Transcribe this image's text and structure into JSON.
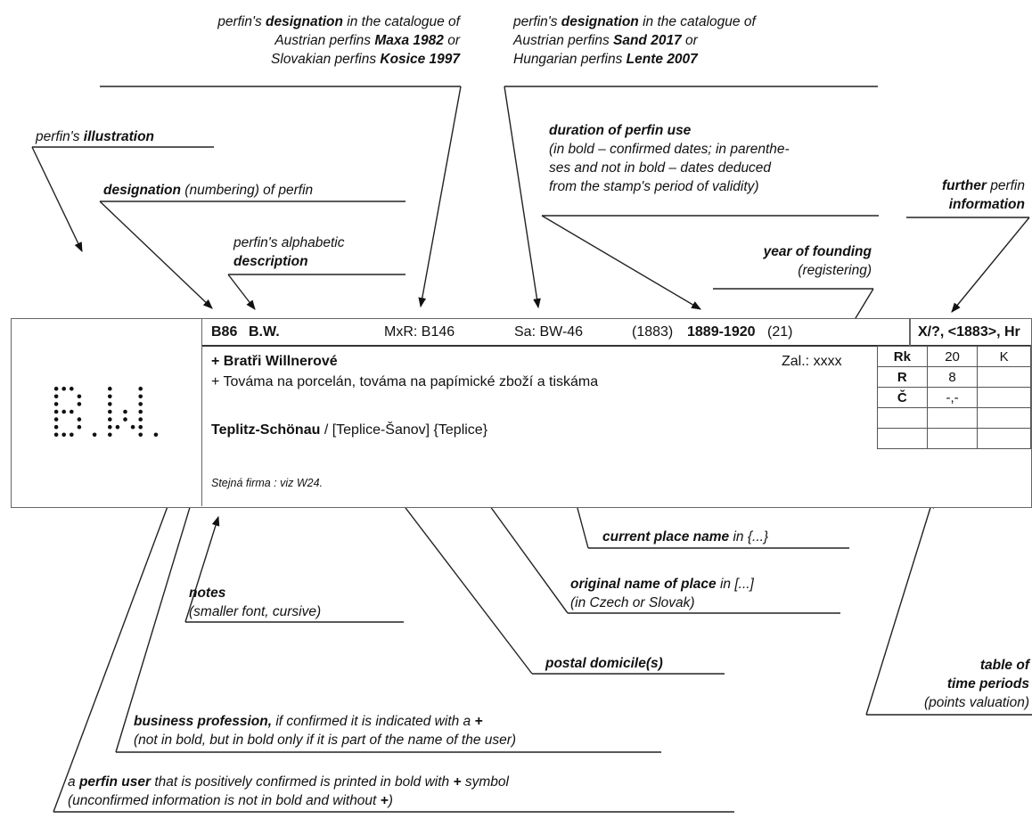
{
  "labels": {
    "maxa": {
      "l1": "perfin's ",
      "b1": "designation",
      "l1b": " in the catalogue of",
      "l2": "Austrian perfins ",
      "b2": "Maxa 1982",
      "l2b": " or",
      "l3": "Slovakian perfins ",
      "b3": "Kosice 1997"
    },
    "sand": {
      "l1": "perfin's ",
      "b1": "designation",
      "l1b": " in the catalogue of",
      "l2": "Austrian perfins ",
      "b2": "Sand 2017",
      "l2b": " or",
      "l3": "Hungarian perfins ",
      "b3": "Lente 2007"
    },
    "illustration": {
      "pre": "perfin's ",
      "bold": "illustration"
    },
    "designation": {
      "bold": "designation",
      "post": " (numbering) of perfin"
    },
    "alphabetic": {
      "l1": "perfin's alphabetic",
      "bold": "description"
    },
    "duration": {
      "bold": "duration of perfin use",
      "l2": "(in bold – confirmed dates; in parenthe-",
      "l3": "ses and not in bold – dates deduced",
      "l4": "from the stamp's period of validity)"
    },
    "founding": {
      "bold": "year of founding",
      "l2": "(registering)"
    },
    "further": {
      "bold1": "further",
      "post": " perfin",
      "bold2": "information"
    },
    "current_place": {
      "bold": "current place name",
      "post": " in {...}"
    },
    "original_place": {
      "bold": "original name of place",
      "post": " in [...]",
      "l2": "(in Czech or Slovak)"
    },
    "table_periods": {
      "l1": "table of",
      "l2": "time periods",
      "l3": "(points valuation)"
    },
    "notes": {
      "bold": "notes",
      "l2": "(smaller font, cursive)"
    },
    "postal": {
      "bold": "postal domicile(s)"
    },
    "business": {
      "bold": "business profession,",
      "post": " if confirmed it is indicated with a ",
      "plus": "+",
      "l2": "(not in bold, but in bold only if it is part of the name of the user)"
    },
    "user": {
      "pre": "a ",
      "bold": "perfin user",
      "post": " that is positively confirmed is printed in bold with ",
      "plus": "+",
      "post2": " symbol",
      "l2a": "(unconfirmed information is not in bold and without ",
      "l2plus": "+",
      "l2b": ")"
    }
  },
  "record": {
    "illustration_text": "B.W.",
    "header": {
      "designation": "B86",
      "description": "B.W.",
      "maxa_ref": "MxR: B146",
      "sand_ref": "Sa: BW-46",
      "founding": "(1883)",
      "duration": "1889-1920",
      "duration_extra": "(21)",
      "further": "X/?, <1883>, Hr"
    },
    "user": "+ Bratři Willnerové",
    "founded": "Zal.: xxxx",
    "business": "+ Továma na porcelán, továma na papímické zboží a tiskáma",
    "place_bold": "Teplitz-Schönau",
    "place_orig": " / [Teplice-Šanov]",
    "place_current": " {Teplice}",
    "notes": "Stejná firma : viz W24."
  },
  "time_table": [
    {
      "period": "Rk",
      "points": "20",
      "extra": "K"
    },
    {
      "period": "R",
      "points": "8",
      "extra": ""
    },
    {
      "period": "Č",
      "points": "-,-",
      "extra": ""
    },
    {
      "period": "",
      "points": "",
      "extra": ""
    },
    {
      "period": "",
      "points": "",
      "extra": ""
    }
  ]
}
